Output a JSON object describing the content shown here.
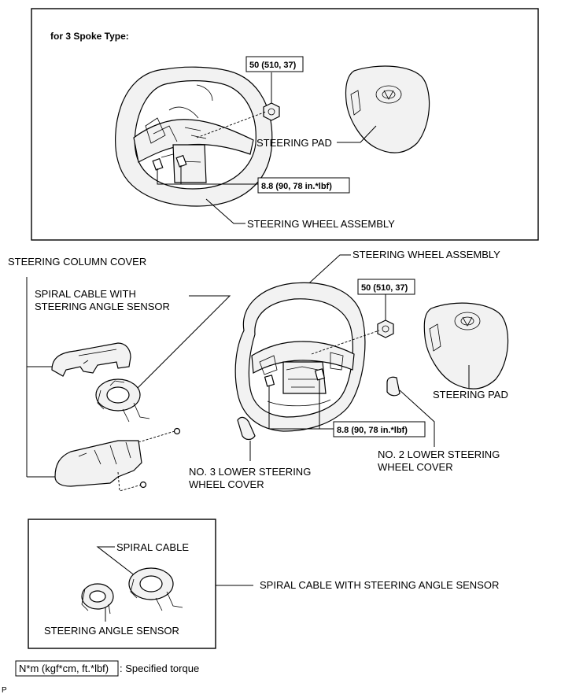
{
  "inset_title": "for 3 Spoke Type:",
  "torque_values": {
    "nut": "50 (510, 37)",
    "screw": "8.8 (90, 78 in.*lbf)"
  },
  "labels": {
    "steering_pad": "STEERING PAD",
    "steering_wheel_assembly": "STEERING WHEEL ASSEMBLY",
    "steering_column_cover": "STEERING COLUMN COVER",
    "spiral_cable_with_sensor_line1": "SPIRAL CABLE WITH",
    "spiral_cable_with_sensor_line2": "STEERING ANGLE SENSOR",
    "no3_lower_cover_line1": "NO. 3 LOWER STEERING",
    "no3_lower_cover_line2": "WHEEL COVER",
    "no2_lower_cover_line1": "NO. 2 LOWER STEERING",
    "no2_lower_cover_line2": "WHEEL COVER",
    "spiral_cable": "SPIRAL CABLE",
    "steering_angle_sensor": "STEERING ANGLE SENSOR",
    "spiral_cable_with_sensor_full": "SPIRAL CABLE WITH STEERING ANGLE SENSOR"
  },
  "legend": {
    "unit": "N*m (kgf*cm, ft.*lbf)",
    "text": ": Specified torque"
  },
  "corner_mark": "P"
}
